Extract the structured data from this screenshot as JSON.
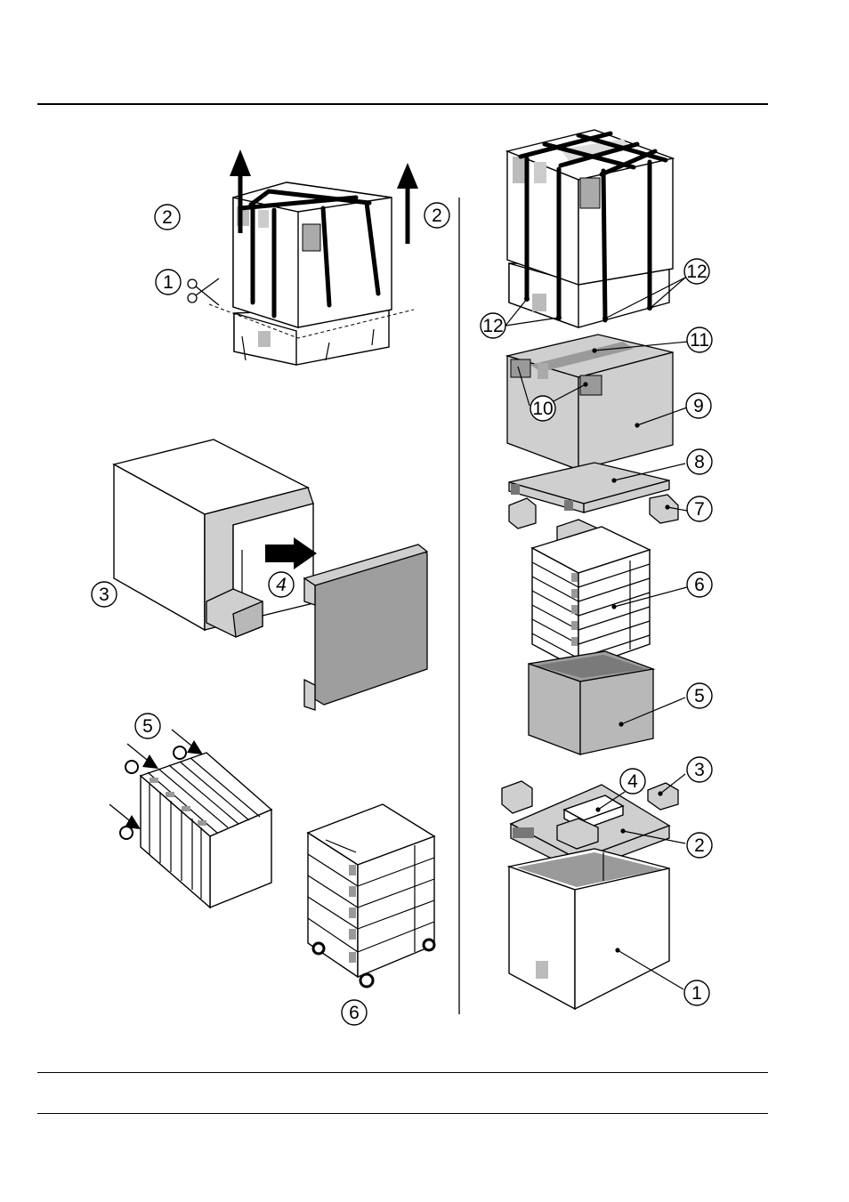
{
  "left_callouts": [
    {
      "id": "l2a",
      "label": "2"
    },
    {
      "id": "l2b",
      "label": "2"
    },
    {
      "id": "l1",
      "label": "1"
    },
    {
      "id": "l3",
      "label": "3"
    },
    {
      "id": "l4",
      "label": "4"
    },
    {
      "id": "l5",
      "label": "5"
    },
    {
      "id": "l6",
      "label": "6"
    }
  ],
  "right_callouts": [
    {
      "id": "r12a",
      "label": "12"
    },
    {
      "id": "r12b",
      "label": "12"
    },
    {
      "id": "r11",
      "label": "11"
    },
    {
      "id": "r10",
      "label": "10"
    },
    {
      "id": "r9",
      "label": "9"
    },
    {
      "id": "r8",
      "label": "8"
    },
    {
      "id": "r7",
      "label": "7"
    },
    {
      "id": "r6",
      "label": "6"
    },
    {
      "id": "r5",
      "label": "5"
    },
    {
      "id": "r4",
      "label": "4"
    },
    {
      "id": "r3",
      "label": "3"
    },
    {
      "id": "r2",
      "label": "2"
    },
    {
      "id": "r1",
      "label": "1"
    }
  ],
  "icons": {
    "scissors": "scissors-icon",
    "arrow_up": "arrow-up-icon",
    "arrow_pull": "arrow-right-icon"
  }
}
